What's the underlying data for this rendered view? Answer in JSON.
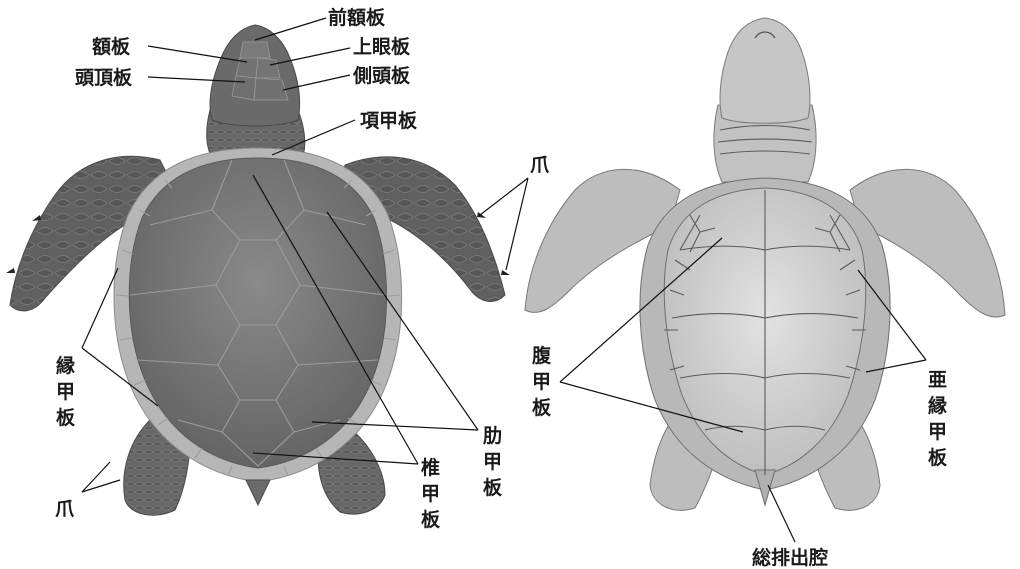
{
  "dorsal_labels": {
    "prefrontal": "前額板",
    "frontal": "額板",
    "supraocular": "上眼板",
    "parietal": "頭頂板",
    "temporal": "側頭板",
    "nuchal": "項甲板",
    "claw_upper": "爪",
    "marginal": "縁甲板",
    "costal": "肋甲板",
    "vertebral": "椎甲板",
    "claw_lower": "爪"
  },
  "ventral_labels": {
    "plastron": "腹甲板",
    "inframarginal": "亜縁甲板",
    "cloaca": "総排出腔"
  },
  "colors": {
    "dorsal_body": "#6e6e6e",
    "dorsal_carapace": "#7c7c7c",
    "dorsal_rim": "#b8b8b8",
    "ventral_body": "#bdbdbd",
    "ventral_plastron": "#d4d4d4",
    "line": "#111111"
  }
}
